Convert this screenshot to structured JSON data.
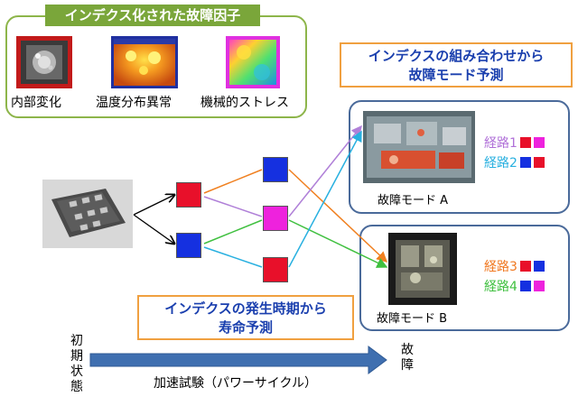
{
  "factors": {
    "title": "インデクス化された故障因子",
    "items": [
      {
        "label": "内部変化"
      },
      {
        "label": "温度分布異常"
      },
      {
        "label": "機械的ストレス"
      }
    ]
  },
  "combination_callout": {
    "line1": "インデクスの組み合わせから",
    "line2": "故障モード予測"
  },
  "life_callout": {
    "line1": "インデクスの発生時期から",
    "line2": "寿命予測"
  },
  "mode_a": {
    "label": "故障モード A",
    "paths": [
      {
        "label": "経路1",
        "color": "#b070d8",
        "squares": [
          "#e8102a",
          "#ee22dd"
        ]
      },
      {
        "label": "経路2",
        "color": "#28b0e0",
        "squares": [
          "#1530e0",
          "#e8102a"
        ]
      }
    ]
  },
  "mode_b": {
    "label": "故障モード B",
    "paths": [
      {
        "label": "経路3",
        "color": "#f07820",
        "squares": [
          "#e8102a",
          "#1530e0"
        ]
      },
      {
        "label": "経路4",
        "color": "#40c040",
        "squares": [
          "#1530e0",
          "#ee22dd"
        ]
      }
    ]
  },
  "timeline": {
    "start": "初期状態",
    "end": "故障",
    "axis_label": "加速試験（パワーサイクル）"
  },
  "colors": {
    "red": "#e8102a",
    "blue": "#1530e0",
    "magenta": "#ee22dd",
    "orange_edge": "#f08020",
    "purple_edge": "#b080d8",
    "green_edge": "#40c040",
    "cyan_edge": "#28b0e0",
    "arrow_blue": "#3f6fb0"
  }
}
